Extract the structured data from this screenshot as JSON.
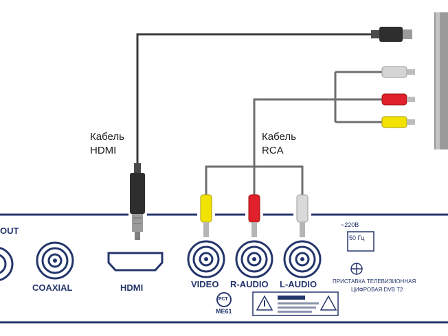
{
  "captions": {
    "hdmi_cable": [
      "Кабель",
      "HDMI"
    ],
    "rca_cable": [
      "Кабель",
      "RCA"
    ]
  },
  "panel": {
    "ports": {
      "out": "OUT",
      "coaxial": "COAXIAL",
      "hdmi": "HDMI",
      "video": "VIDEO",
      "r_audio": "R-AUDIO",
      "l_audio": "L-AUDIO"
    },
    "power": {
      "voltage": "~220В",
      "frequency": "50 Гц"
    },
    "device_name": [
      "ПРИСТАВКА ТЕЛЕВИЗИОННАЯ",
      "ЦИФРОВАЯ DVB T2"
    ],
    "cert_mark": "РСТ",
    "cert_code": "МЕ61"
  },
  "colors": {
    "panel_line": "#24356b",
    "cable": "#3a3a3a",
    "video_plug": "#f2e200",
    "r_audio_plug": "#e0202a",
    "l_audio_plug": "#d9d9d9",
    "tv": "#8a8a8a"
  }
}
